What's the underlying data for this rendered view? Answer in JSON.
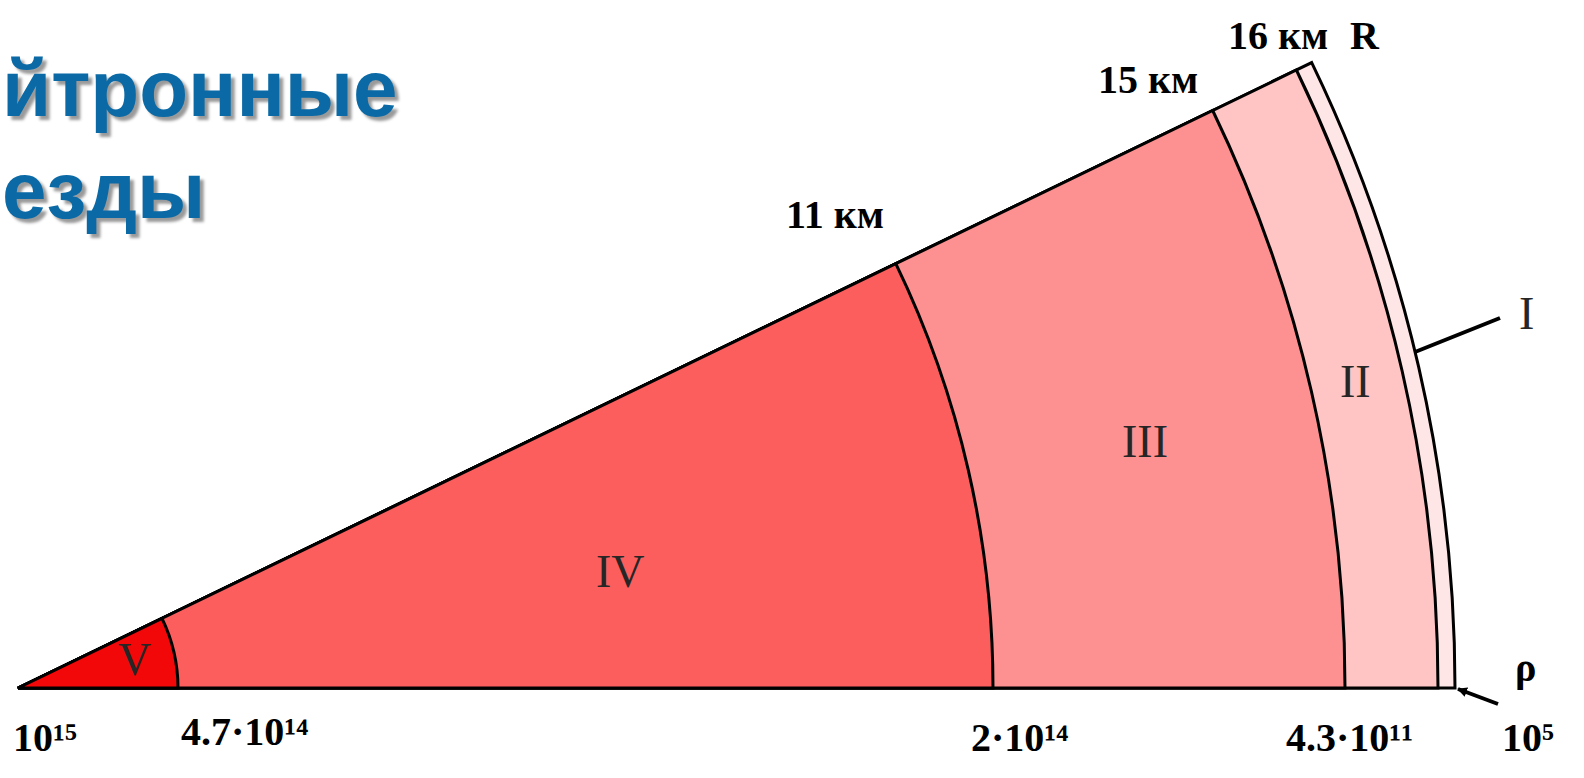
{
  "diagram": {
    "title": "йтронные езды",
    "nodes": [
      {
        "text": [
          "V"
        ]
      },
      {
        "text": [
          "IV"
        ]
      },
      {
        "text": [
          "III"
        ]
      },
      {
        "text": [
          "II"
        ]
      },
      {
        "text": [
          "I"
        ]
      }
    ],
    "labels": [
      "16 км",
      "R",
      "15 км",
      "11 км",
      "10¹⁵",
      "4.7·10¹⁴",
      "2·10¹⁴",
      "4.3·10¹¹",
      "10⁵",
      "ρ"
    ]
  }
}
